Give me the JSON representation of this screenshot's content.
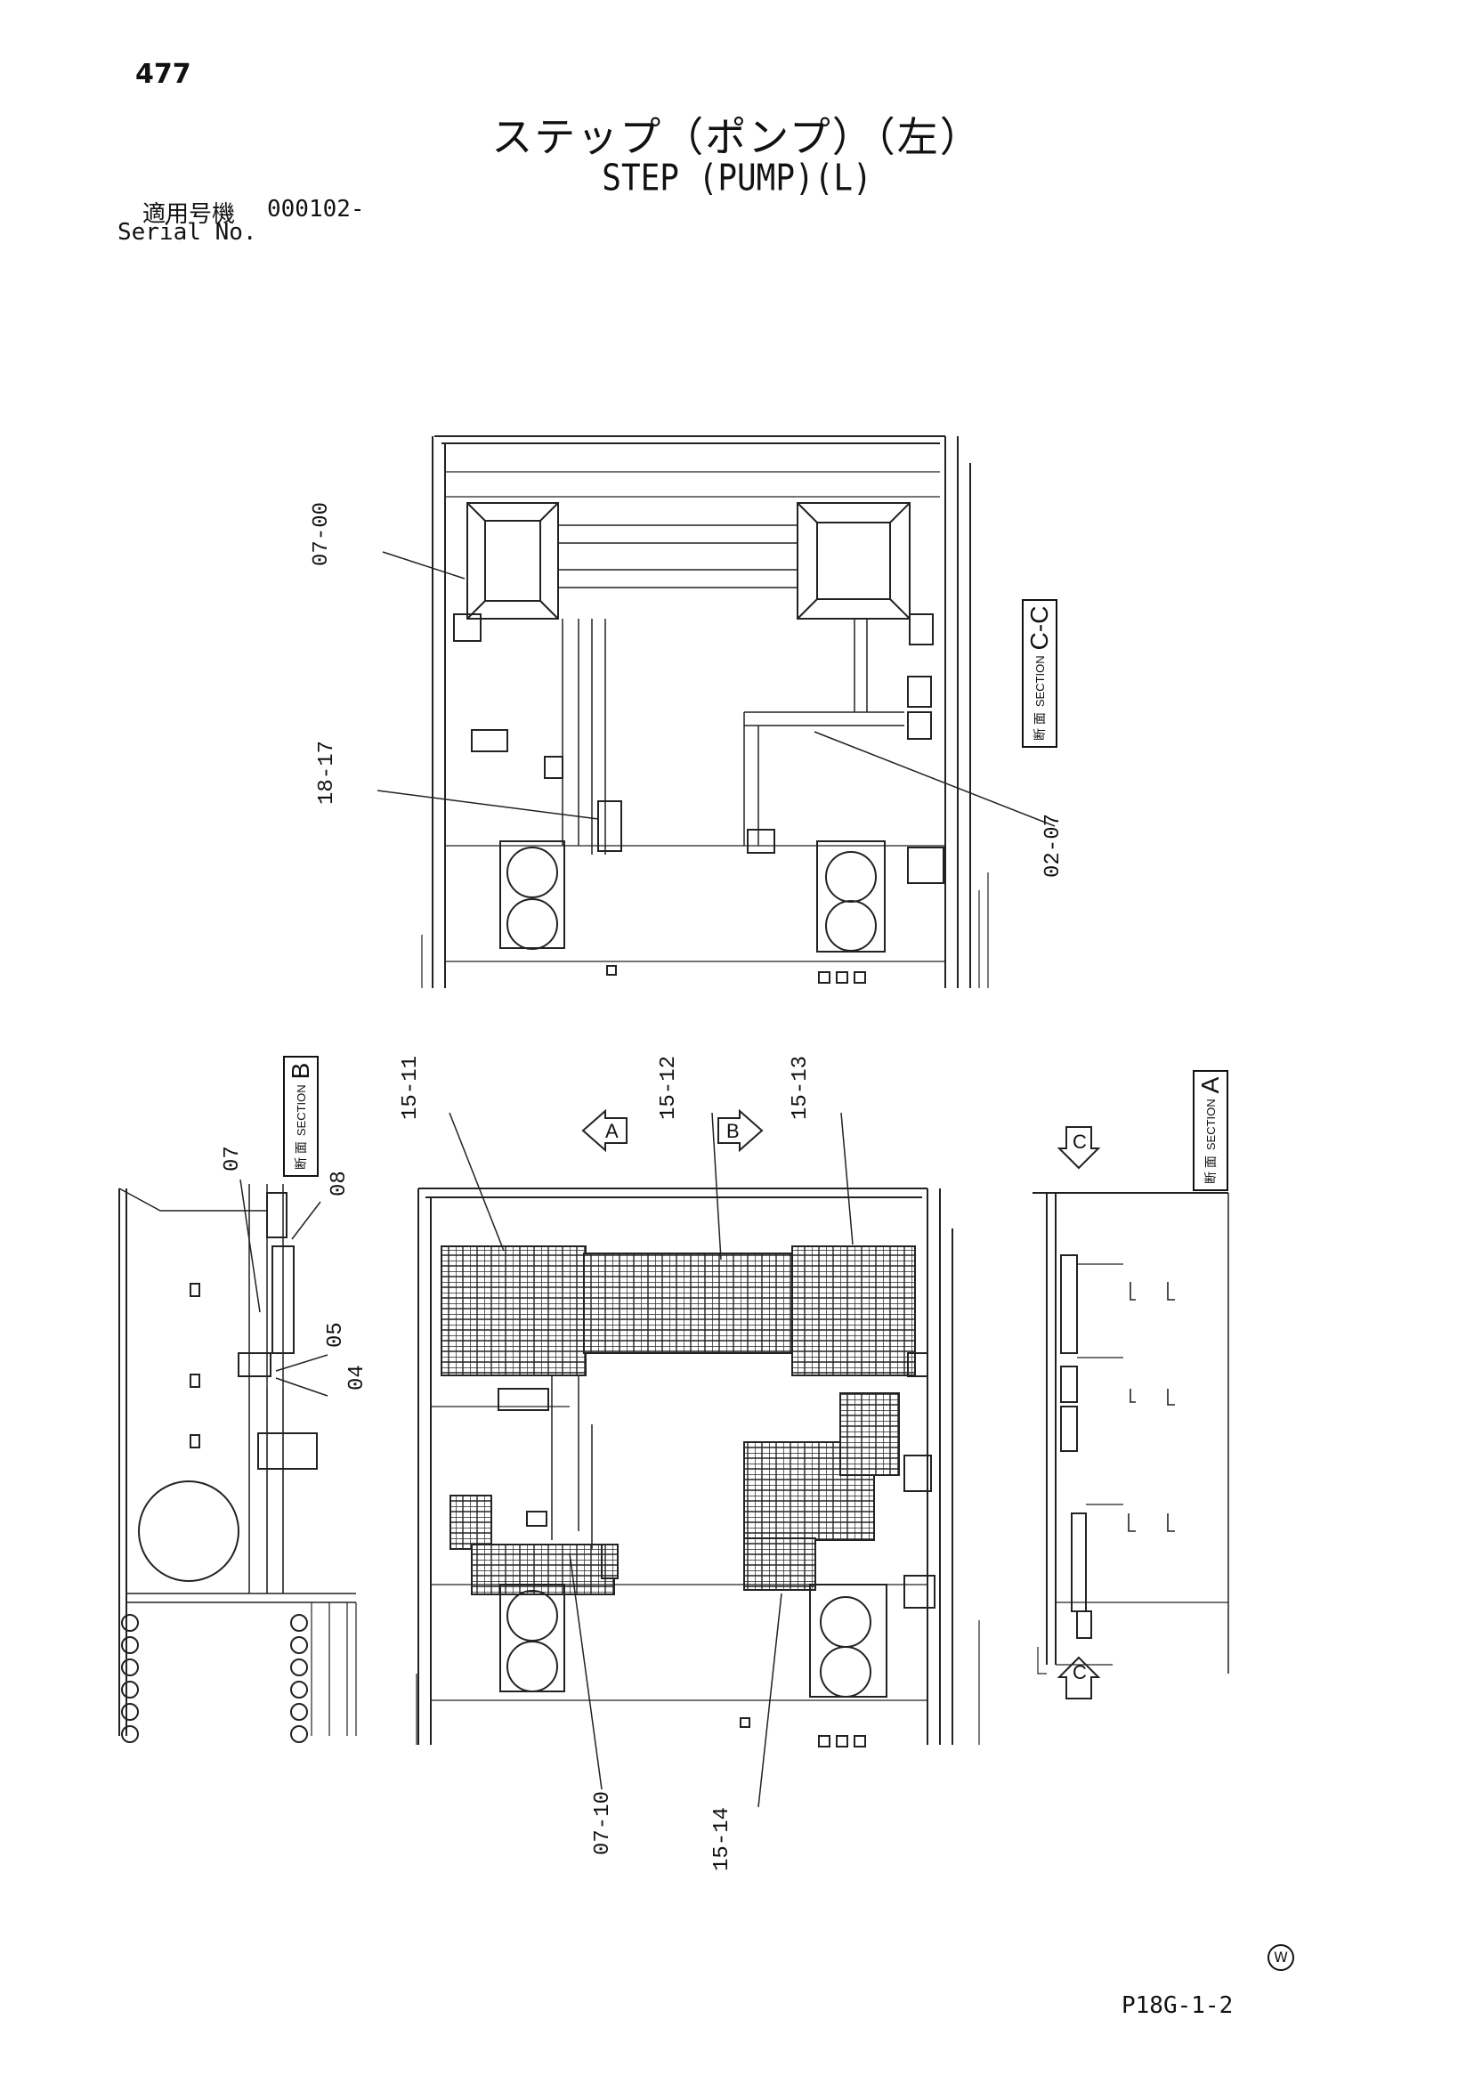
{
  "page_number": "477",
  "title_jp": "ステップ（ポンプ）（左）",
  "title_en": "STEP (PUMP)(L)",
  "serial": {
    "label_jp": "適用号機",
    "number": "000102-",
    "label_en": "Serial No."
  },
  "footer_code": "P18G-1-2",
  "watermark_symbol": "W",
  "sections": {
    "cc": {
      "jp": "断 面",
      "en": "SECTION",
      "letter": "C-C"
    },
    "b": {
      "jp": "断 面",
      "en": "SECTION",
      "letter": "B"
    },
    "a": {
      "jp": "断 面",
      "en": "SECTION",
      "letter": "A"
    }
  },
  "view_arrows": {
    "a": "A",
    "b": "B",
    "c1": "C",
    "c2": "C"
  },
  "callouts": {
    "top_07_00": "07-00",
    "top_18_17": "18-17",
    "top_02_07": "02-07",
    "b_07": "07",
    "b_08": "08",
    "b_05": "05",
    "b_04": "04",
    "a_15_11": "15-11",
    "a_15_12": "15-12",
    "a_15_13": "15-13",
    "a_07_10": "07-10",
    "a_15_14": "15-14"
  }
}
